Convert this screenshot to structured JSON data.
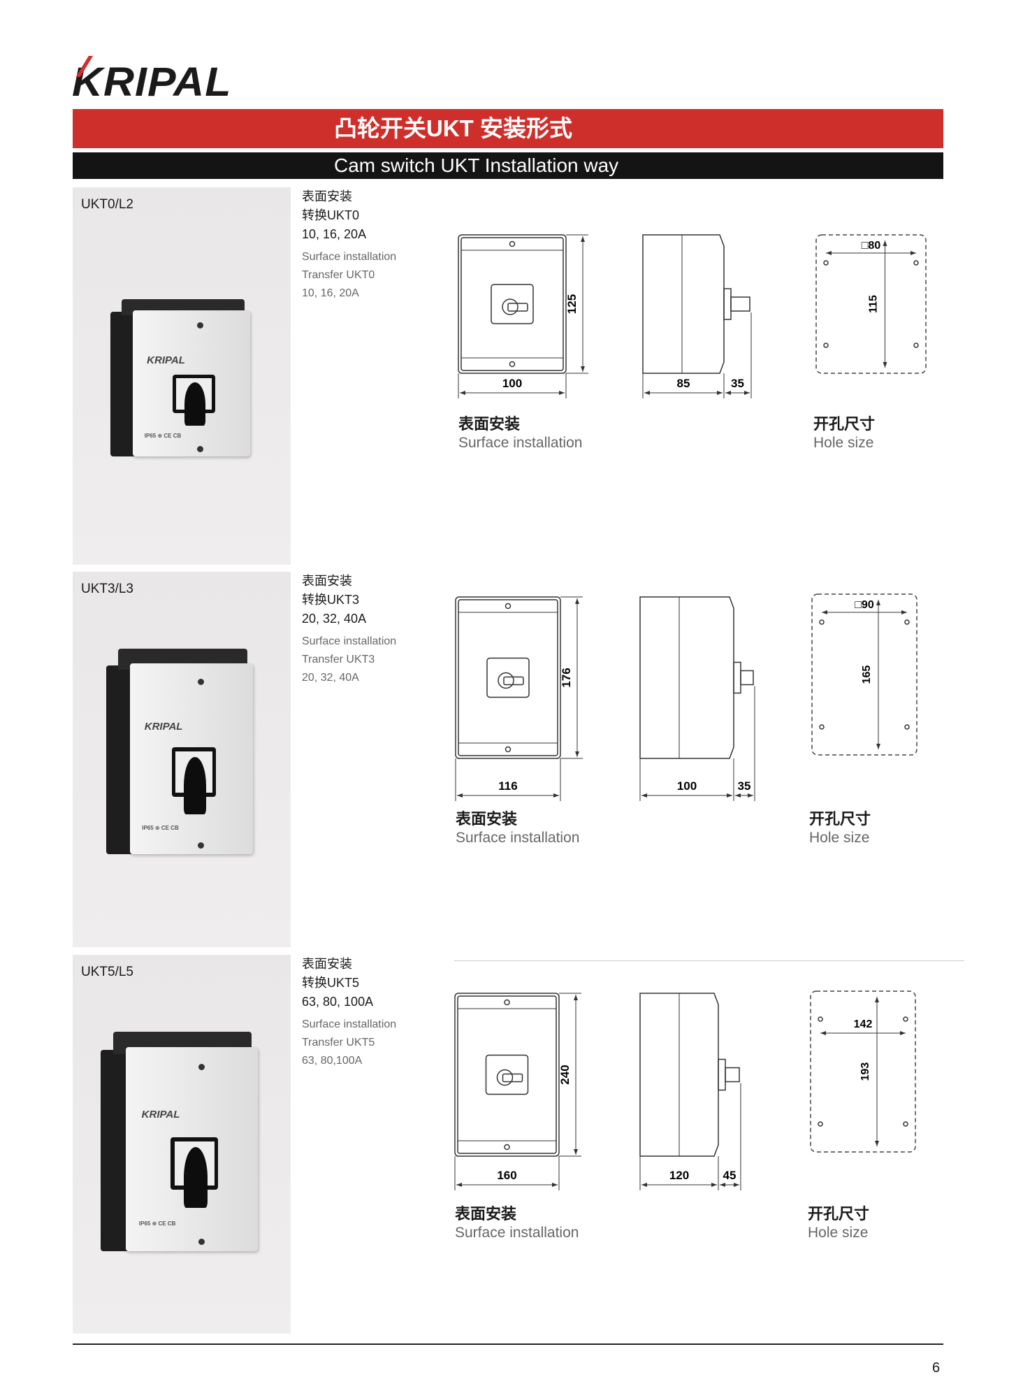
{
  "brand": {
    "logo": "KRIPAL"
  },
  "header": {
    "title_cn": "凸轮开关UKT 安装形式",
    "title_en": "Cam switch UKT Installation way"
  },
  "sections": [
    {
      "model": "UKT0/L2",
      "desc_cn": [
        "表面安装",
        "转换UKT0",
        "10, 16, 20A"
      ],
      "desc_en": [
        "Surface installation",
        "Transfer UKT0",
        "10, 16, 20A"
      ],
      "photo_marking": "IP65 ⊕ CE CB",
      "dims": {
        "width": "100",
        "height": "125",
        "depth": "85",
        "knob": "35",
        "hole_w": "□80",
        "hole_h": "115"
      },
      "label_left_cn": "表面安装",
      "label_left_en": "Surface installation",
      "label_right_cn": "开孔尺寸",
      "label_right_en": "Hole size"
    },
    {
      "model": "UKT3/L3",
      "desc_cn": [
        "表面安装",
        "转换UKT3",
        "20, 32, 40A"
      ],
      "desc_en": [
        "Surface installation",
        "Transfer UKT3",
        "20, 32, 40A"
      ],
      "photo_marking": "IP65 ⊕ CE CB",
      "dims": {
        "width": "116",
        "height": "176",
        "depth": "100",
        "knob": "35",
        "hole_w": "□90",
        "hole_h": "165"
      },
      "label_left_cn": "表面安装",
      "label_left_en": "Surface installation",
      "label_right_cn": "开孔尺寸",
      "label_right_en": "Hole size"
    },
    {
      "model": "UKT5/L5",
      "desc_cn": [
        "表面安装",
        "转换UKT5",
        "63, 80, 100A"
      ],
      "desc_en": [
        "Surface installation",
        "Transfer UKT5",
        "63, 80,100A"
      ],
      "photo_marking": "IP65 ⊕ CE CB",
      "dims": {
        "width": "160",
        "height": "240",
        "depth": "120",
        "knob": "45",
        "hole_w": "142",
        "hole_h": "193"
      },
      "label_left_cn": "表面安装",
      "label_left_en": "Surface installation",
      "label_right_cn": "开孔尺寸",
      "label_right_en": "Hole size"
    }
  ],
  "footer": {
    "page_number": "6"
  },
  "colors": {
    "accent_red": "#cf2f2b",
    "bar_black": "#141414"
  }
}
